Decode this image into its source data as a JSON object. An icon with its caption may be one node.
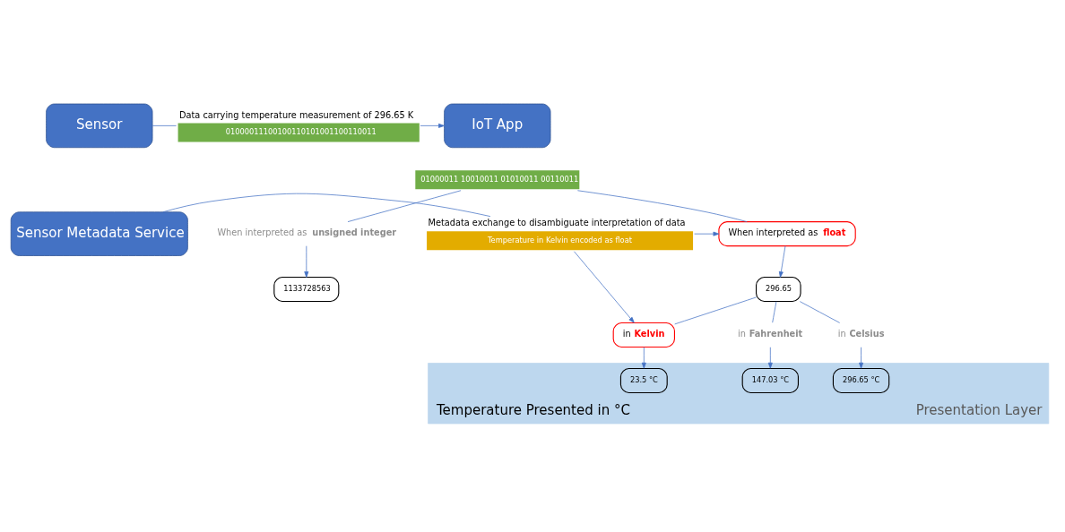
{
  "diagram": {
    "nodes": [
      {
        "text": [
          "Sensor"
        ]
      },
      {
        "text": [
          "01000011100100110101001100110011"
        ],
        "beside": [
          "Data carrying temperature measurement of 296.65 K"
        ]
      },
      {
        "text": [
          "IoT App"
        ]
      },
      {
        "text": [
          "01000011 10010011 01010011 00110011"
        ]
      },
      {
        "text": [
          "Sensor Metadata Service"
        ]
      },
      {
        "text": [
          "Temperature in Kelvin encoded as float"
        ],
        "beside": [
          "Metadata exchange to disambiguate interpretation of data"
        ]
      },
      {
        "text": [
          "When interpreted as **float**"
        ]
      },
      {
        "text": [
          "When interpreted as **unsigned integer**"
        ]
      },
      {
        "text": [
          "296.65"
        ]
      },
      {
        "text": [
          "1133728563"
        ]
      },
      {
        "text": [
          "in **Kelvin**"
        ]
      },
      {
        "text": [
          "in **Celsius**"
        ]
      },
      {
        "text": [
          "in **Fahrenheit**"
        ]
      },
      {
        "text": [
          "Temperature Presented in °C",
          "Presentation Layer"
        ]
      },
      {
        "text": [
          "23.5 °C"
        ],
        "in": 13
      },
      {
        "text": [
          "296.65 °C"
        ],
        "in": 13
      },
      {
        "text": [
          "147.03 °C"
        ],
        "in": 13
      }
    ],
    "edges": [
      {
        "from": 0,
        "to": 1,
        "arrow": "none"
      },
      {
        "from": 1,
        "to": 2,
        "arrow": "to"
      },
      {
        "from": 3,
        "to": 6,
        "arrow": "none"
      },
      {
        "from": 3,
        "to": 7,
        "arrow": "none"
      },
      {
        "from": 4,
        "to": 5,
        "arrow": "none"
      },
      {
        "from": 5,
        "to": 6,
        "arrow": "to"
      },
      {
        "from": 6,
        "to": 8,
        "arrow": "to"
      },
      {
        "from": 7,
        "to": 9,
        "arrow": "to"
      },
      {
        "from": 5,
        "to": 10,
        "arrow": "to"
      },
      {
        "from": 8,
        "to": 10,
        "arrow": "none"
      },
      {
        "from": 8,
        "to": 11,
        "arrow": "none"
      },
      {
        "from": 8,
        "to": 12,
        "arrow": "none"
      },
      {
        "from": 10,
        "to": 14,
        "arrow": "to"
      },
      {
        "from": 11,
        "to": 15,
        "arrow": "to"
      },
      {
        "from": 12,
        "to": 16,
        "arrow": "to"
      }
    ]
  }
}
